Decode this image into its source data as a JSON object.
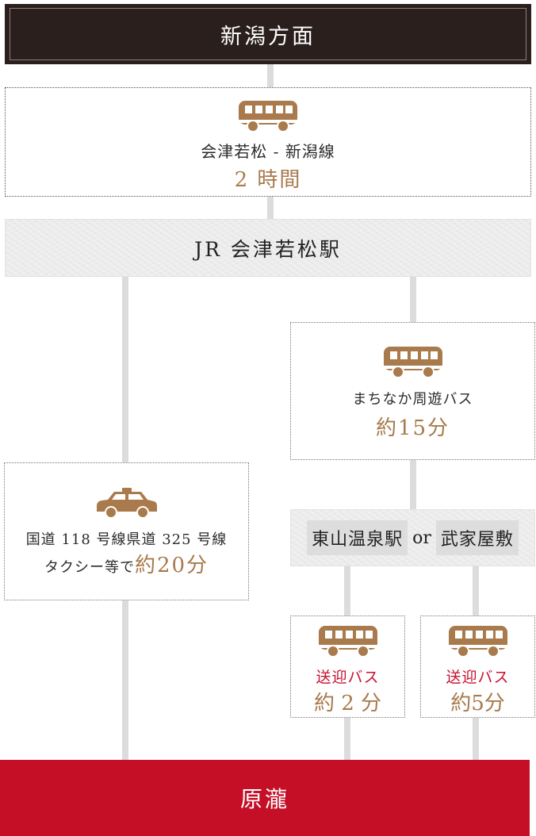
{
  "header": {
    "title": "新潟方面"
  },
  "route_niigata": {
    "label": "会津若松 - 新潟線",
    "time": "2 時間"
  },
  "station_jr": {
    "label": "JR 会津若松駅"
  },
  "route_machinaka": {
    "label": "まちなか周遊バス",
    "time": "約15分"
  },
  "route_taxi": {
    "line1": "国道 118 号線県道 325 号線",
    "line2_prefix": "タクシー等で",
    "time": "約20分"
  },
  "station_pair": {
    "left": "東山温泉駅",
    "sep": "or",
    "right": "武家屋敷"
  },
  "shuttle_left": {
    "label": "送迎バス",
    "time": "約 2 分"
  },
  "shuttle_right": {
    "label": "送迎バス",
    "time": "約5分"
  },
  "footer": {
    "title": "原瀧"
  },
  "colors": {
    "accent_brown": "#a87a4c",
    "header_bg": "#2a1f1d",
    "footer_red": "#c50f27",
    "shuttle_red": "#c8102e"
  },
  "icons": {
    "bus": "bus-icon",
    "taxi": "taxi-icon"
  }
}
